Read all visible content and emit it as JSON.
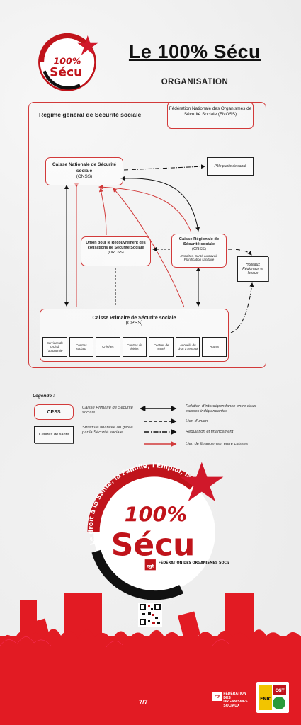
{
  "header": {
    "title": "Le 100% Sécu",
    "subtitle": "ORGANISATION"
  },
  "logo": {
    "arc_text": "Le droit à la Santé, la Famille, l'Emploi, la Retraite, l'Autonomie",
    "badge": "100%",
    "word": "Sécu",
    "federation": "FÉDÉRATION DES ORGANISMES SOCIAUX",
    "cgt": "cgt"
  },
  "diagram": {
    "regime_title": "Régime général de Sécurité sociale",
    "fnoss": "Fédération Nationale des Organismes de Sécurité Sociale (FNOSS)",
    "cnss_title": "Caisse Nationale de Sécurité sociale",
    "cnss_abbr": "(CNSS)",
    "pole": "Pôle public de santé",
    "urcss_title": "Union pour le Recouvrement des cotisations de Sécurité Sociale",
    "urcss_abbr": "(URCSS)",
    "crss_title": "Caisse Régionale de Sécurité sociale",
    "crss_abbr": "(CRSS)",
    "crss_sub": "Retraites, Santé au travail, Planification sanitaire",
    "hopitaux": "Hôpitaux Régionaux et locaux",
    "cpss_title": "Caisse Primaire de Sécurité sociale",
    "cpss_abbr": "(CPSS)",
    "sub_boxes": [
      "Services du droit à l'autonomie",
      "Centres sociaux",
      "Crèches",
      "Centres de loisirs",
      "Centres de santé",
      "Accueils du droit à l'emploi",
      "Autres"
    ]
  },
  "legend": {
    "title": "Légende :",
    "box1_label": "CPSS",
    "box1_desc": "Caisse Primaire de Sécurité sociale",
    "box2_label": "Centres de santé",
    "box2_desc": "Structure financée ou gérée par la Sécurité sociale",
    "line1": "Relation d'interdépendance entre deux caisses indépendantes",
    "line2": "Lien d'union",
    "line3": "Régulation et financement",
    "line4": "Lien de financement entre caisses"
  },
  "footer": {
    "page": "7/7",
    "cgt_text": "FÉDÉRATION DES ORGANISMES SOCIAUX",
    "fnic": "FNIC",
    "fnic_cgt": "CGT"
  },
  "colors": {
    "red": "#d23a3a",
    "dark_red": "#c0141b",
    "black": "#111111"
  }
}
